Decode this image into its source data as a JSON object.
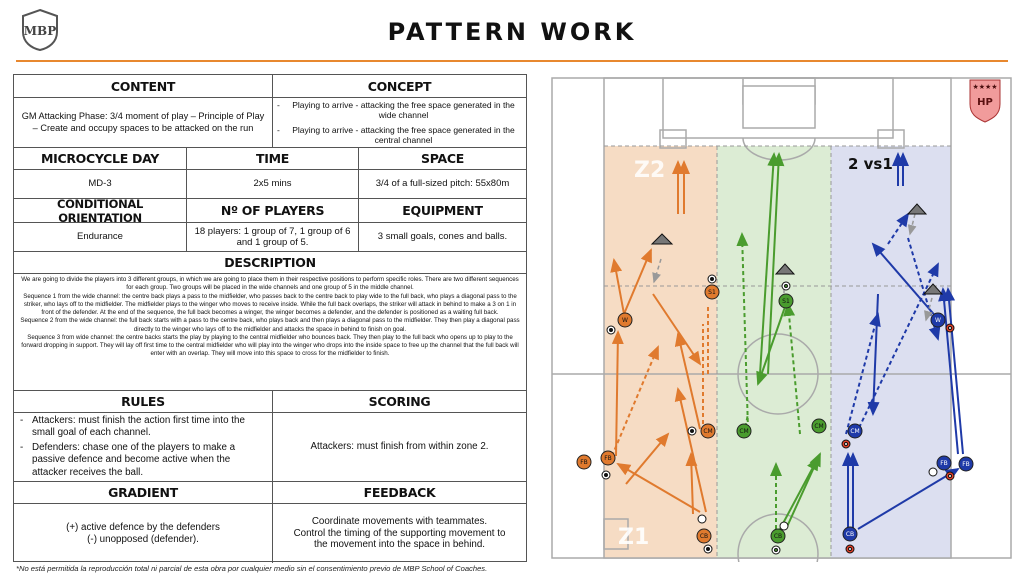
{
  "header": {
    "logo_text": "MBP",
    "title": "PATTERN WORK"
  },
  "sheet": {
    "content": {
      "heading": "CONTENT",
      "text": "GM Attacking Phase: 3/4 moment of play – Principle of Play – Create and occupy spaces to be attacked on the run"
    },
    "concept": {
      "heading": "CONCEPT",
      "items": [
        "Playing to arrive - attacking the free space generated in the wide channel",
        "Playing to arrive - attacking the free space generated in the central channel"
      ]
    },
    "microcycle": {
      "heading": "MICROCYCLE DAY",
      "value": "MD-3"
    },
    "time": {
      "heading": "TIME",
      "value": "2x5 mins"
    },
    "space": {
      "heading": "SPACE",
      "value": "3/4 of a full-sized pitch: 55x80m"
    },
    "orientation": {
      "heading": "CONDITIONAL ORIENTATION",
      "value": "Endurance"
    },
    "players": {
      "heading": "Nº OF PLAYERS",
      "value": "18 players: 1 group of 7, 1 group of 6 and 1 group of 5."
    },
    "equipment": {
      "heading": "EQUIPMENT",
      "value": "3 small goals, cones and balls."
    },
    "description": {
      "heading": "DESCRIPTION",
      "paragraphs": [
        "We are going to divide the players into 3 different groups, in which we are going to place them in their respective positions to perform specific roles. There are two different sequences for each group. Two groups will be placed in the wide channels and one group of 5 in the middle channel.",
        "Sequence 1 from the wide channel: the centre back plays a pass to the midfielder, who passes back to the centre back to play wide to the full back, who plays a diagonal pass to the striker, who lays off to the midfielder. The midfielder plays to the winger who moves to receive inside. While the full back overlaps, the striker will attack in behind to make a 3 on 1 in front of the defender. At the end of the sequence, the full back becomes a winger, the winger becomes a defender, and the defender is positioned as a waiting full back.",
        "Sequence 2 from the wide channel: the full back starts with a pass to the centre back, who plays back and then plays a diagonal pass to the midfielder. They then play a diagonal pass directly to the winger who lays off to the midfielder and attacks the space in behind to finish on goal.",
        "Sequence 3 from wide channel: the centre backs starts the play by playing to the central midfielder who bounces back. They then play to the full back who opens up to play to the forward dropping in support. They will lay off first time to the central midfielder who will play into the winger who drops into the inside space to free up the channel that the full back will enter with an overlap. They will move into this space to cross for the midfielder to finish."
      ]
    },
    "rules": {
      "heading": "RULES",
      "items": [
        "Attackers: must finish the action first time into the small goal of each channel.",
        "Defenders: chase one of the players to make a passive defence and become active when the attacker receives the ball."
      ]
    },
    "scoring": {
      "heading": "SCORING",
      "value": "Attackers: must finish from within zone 2."
    },
    "gradient": {
      "heading": "GRADIENT",
      "lines": [
        "(+) active defence by the defenders",
        "(-) unopposed (defender)."
      ]
    },
    "feedback": {
      "heading": "FEEDBACK",
      "lines": [
        "Coordinate movements with teammates.",
        "Control the timing of the supporting movement to the movement into the space in behind."
      ]
    }
  },
  "footer": {
    "note": "*No está permitida la reproducción total ni parcial de esta obra por cualquier medio sin el consentimiento previo de MBP School of Coaches."
  },
  "diagram": {
    "zone_top": "Z2",
    "zone_bottom": "Z1",
    "overlay_label": "2 vs1",
    "badge": {
      "stars": "★★★★",
      "text": "HP",
      "color": "#f19b9b"
    },
    "channel_colors": {
      "left": "#f6dcc4",
      "middle": "#dcecd4",
      "right": "#dcdff0"
    },
    "team_colors": {
      "orange": "#e07a2e",
      "green": "#4a9c2e",
      "blue": "#1f3aa8",
      "red": "#e0402a",
      "grey": "#777777"
    },
    "players": {
      "s1_left": "S1",
      "s1_mid": "S1",
      "w_left": "W",
      "w_right": "W",
      "cm_left": "CM",
      "cm_mid_left": "CM",
      "cm_mid_right": "CM",
      "cm_right": "CM",
      "fb_left_outer": "FB",
      "fb_left_inner": "FB",
      "fb_right_inner": "FB",
      "fb_right_outer": "FB",
      "cb_left": "CB",
      "cb_mid": "CB",
      "cb_right": "CB"
    }
  }
}
